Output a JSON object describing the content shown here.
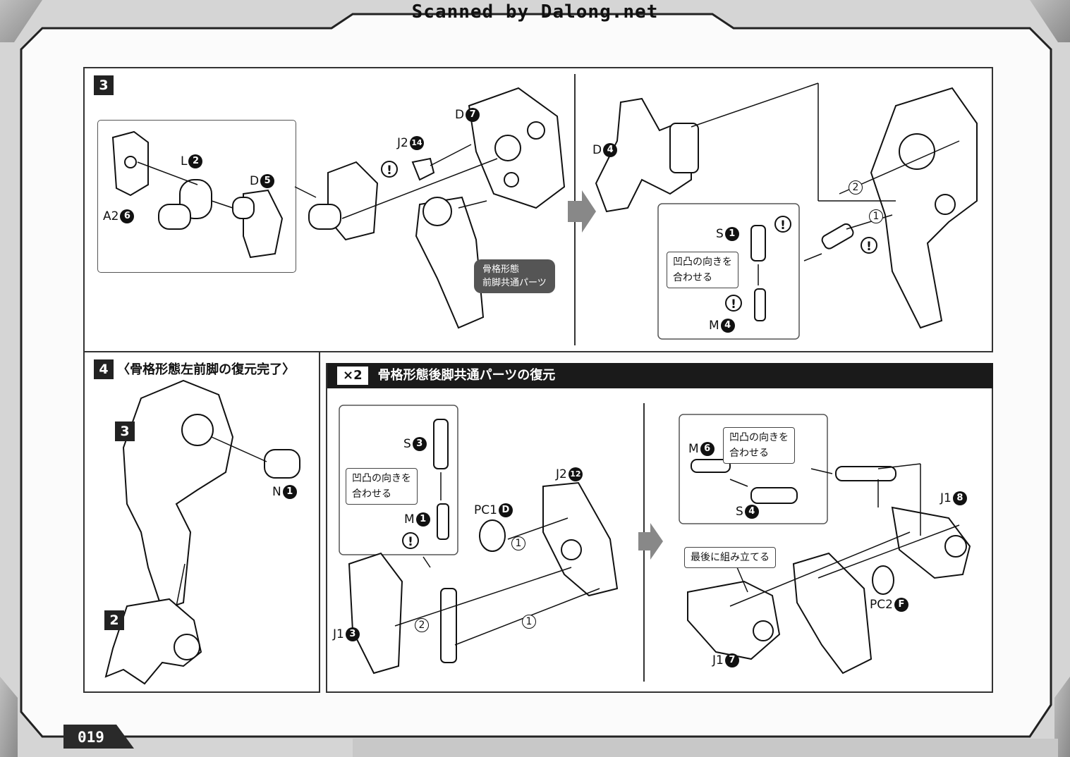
{
  "header": {
    "scan_credit": "Scanned by Dalong.net"
  },
  "step3": {
    "number": "3",
    "labels": {
      "D7": "D",
      "n7": "7",
      "J2": "J2",
      "n14": "14",
      "L": "L",
      "n2": "2",
      "D5": "D",
      "n5": "5",
      "A2": "A2",
      "n6": "6",
      "D4": "D",
      "n4": "4",
      "S": "S",
      "n1": "1",
      "M": "M",
      "nm4": "4"
    },
    "tag_lines": [
      "骨格形態",
      "前脚共通パーツ"
    ],
    "note_lines": [
      "凹凸の向きを",
      "合わせる"
    ],
    "order_marks": [
      "2",
      "1"
    ]
  },
  "step4": {
    "number": "4",
    "title": "〈骨格形態左前脚の復元完了〉",
    "sub3": "3",
    "sub2": "2",
    "labels": {
      "N": "N",
      "n1": "1"
    }
  },
  "rear": {
    "multiplier": "×2",
    "title": "骨格形態後脚共通パーツの復元",
    "labels": {
      "S3": "S",
      "n3": "3",
      "M1": "M",
      "n1": "1",
      "J2": "J2",
      "n12": "12",
      "PC1": "PC1",
      "nD": "D",
      "J1a": "J1",
      "n3b": "3",
      "M6": "M",
      "n6": "6",
      "S4": "S",
      "n4": "4",
      "J1b": "J1",
      "n8": "8",
      "PC2": "PC2",
      "nF": "F",
      "J1c": "J1",
      "n7": "7"
    },
    "note_lines": [
      "凹凸の向きを",
      "合わせる"
    ],
    "note2_lines": [
      "凹凸の向きを",
      "合わせる"
    ],
    "last_note": "最後に組み立てる",
    "order_marks": [
      "1",
      "2",
      "1"
    ]
  },
  "footer": {
    "page_number": "019"
  },
  "icons": {
    "warning": "!"
  }
}
